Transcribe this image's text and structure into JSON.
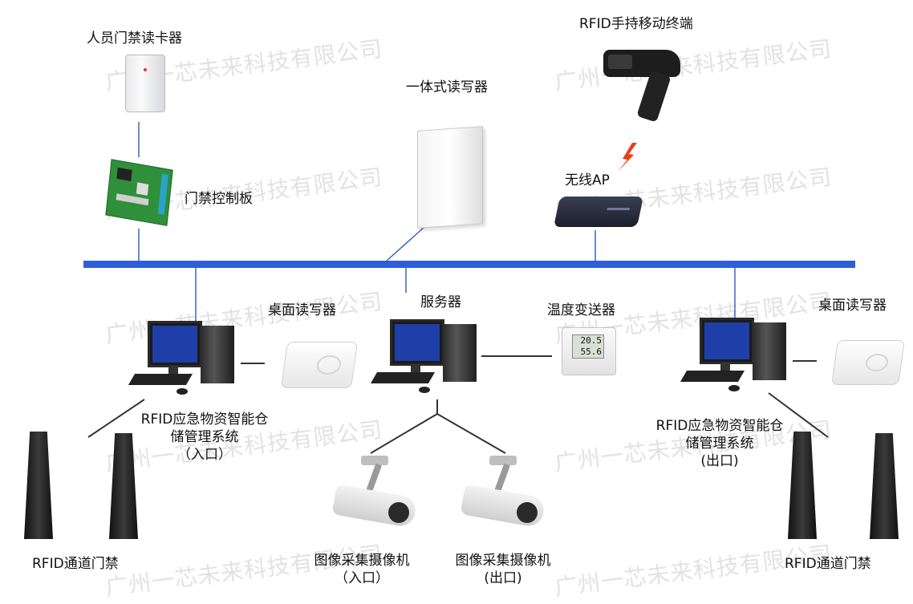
{
  "labels": {
    "door_reader": "人员门禁读卡器",
    "door_board": "门禁控制板",
    "integrated_reader": "一体式读写器",
    "handheld": "RFID手持移动终端",
    "wireless_ap": "无线AP",
    "desktop_reader_left": "桌面读写器",
    "desktop_reader_right": "桌面读写器",
    "server": "服务器",
    "temp_sensor": "温度变送器",
    "temp_value1": "20.5",
    "temp_value2": "55.6",
    "system_in": [
      "RFID应急物资智能仓",
      "储管理系统",
      "（入口）"
    ],
    "system_out": [
      "RFID应急物资智能仓",
      "储管理系统",
      "(出口)"
    ],
    "camera_in": [
      "图像采集摄像机",
      "（入口）"
    ],
    "camera_out": [
      "图像采集摄像机",
      "(出口)"
    ],
    "gate_left": "RFID通道门禁",
    "gate_right": "RFID通道门禁"
  },
  "watermark": "广州一芯未来科技有限公司",
  "colors": {
    "bus": "#2f5fd6",
    "line": "#333333",
    "link": "#3a66c4"
  }
}
